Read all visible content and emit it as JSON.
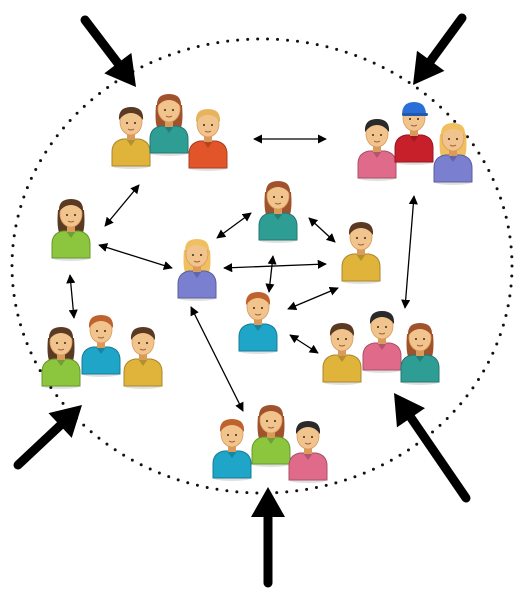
{
  "colors": {
    "background": "#ffffff",
    "boundary": "#111111",
    "arrow": "#000000",
    "connector": "#000000",
    "skin": "#f2c48d",
    "skin_shade": "#d99a5c"
  },
  "boundary": {
    "style": "dotted-circle"
  },
  "external_arrows": [
    {
      "id": "top-left",
      "direction": "inward"
    },
    {
      "id": "top-right",
      "direction": "inward"
    },
    {
      "id": "bottom-left",
      "direction": "inward"
    },
    {
      "id": "bottom-center",
      "direction": "inward"
    },
    {
      "id": "bottom-right",
      "direction": "inward"
    }
  ],
  "people": [
    {
      "group": "group-top-left",
      "shirt": "#e0b43a",
      "hair": "#5a3a22",
      "hair_style": "short"
    },
    {
      "group": "group-top-left",
      "shirt": "#2e9e94",
      "hair": "#a0522d",
      "hair_style": "long"
    },
    {
      "group": "group-top-left",
      "shirt": "#e2542a",
      "hair": "#e8b35e",
      "hair_style": "short"
    },
    {
      "group": "group-top-right",
      "shirt": "#e06a8a",
      "hair": "#2a2a2a",
      "hair_style": "short"
    },
    {
      "group": "group-top-right",
      "shirt": "#c8202a",
      "hair": "#2a6fd8",
      "hair_style": "cap"
    },
    {
      "group": "group-top-right",
      "shirt": "#7b7fd0",
      "hair": "#f0c060",
      "hair_style": "long"
    },
    {
      "group": "person-left",
      "shirt": "#8cc63f",
      "hair": "#5a3a22",
      "hair_style": "long"
    },
    {
      "group": "person-top-center",
      "shirt": "#2e9e94",
      "hair": "#a0522d",
      "hair_style": "long"
    },
    {
      "group": "person-center",
      "shirt": "#7b7fd0",
      "hair": "#f0c060",
      "hair_style": "long"
    },
    {
      "group": "person-right",
      "shirt": "#e0b43a",
      "hair": "#5a3a22",
      "hair_style": "short"
    },
    {
      "group": "person-middle",
      "shirt": "#1ea5c8",
      "hair": "#c0622d",
      "hair_style": "short"
    },
    {
      "group": "group-bottom-left",
      "shirt": "#8cc63f",
      "hair": "#5a3a22",
      "hair_style": "long"
    },
    {
      "group": "group-bottom-left",
      "shirt": "#1ea5c8",
      "hair": "#c0622d",
      "hair_style": "short"
    },
    {
      "group": "group-bottom-left",
      "shirt": "#e0b43a",
      "hair": "#5a3a22",
      "hair_style": "short"
    },
    {
      "group": "group-bottom-right",
      "shirt": "#e0b43a",
      "hair": "#5a3a22",
      "hair_style": "short"
    },
    {
      "group": "group-bottom-right",
      "shirt": "#e06a8a",
      "hair": "#2a2a2a",
      "hair_style": "short"
    },
    {
      "group": "group-bottom-right",
      "shirt": "#2e9e94",
      "hair": "#a0522d",
      "hair_style": "long"
    },
    {
      "group": "group-bottom-center",
      "shirt": "#1ea5c8",
      "hair": "#c0622d",
      "hair_style": "short"
    },
    {
      "group": "group-bottom-center",
      "shirt": "#8cc63f",
      "hair": "#a0522d",
      "hair_style": "long"
    },
    {
      "group": "group-bottom-center",
      "shirt": "#e06a8a",
      "hair": "#2a2a2a",
      "hair_style": "short"
    }
  ],
  "connections": [
    {
      "from": "group-top-left",
      "to": "group-top-right",
      "style": "double-headed"
    },
    {
      "from": "group-top-left",
      "to": "person-left",
      "style": "double-headed"
    },
    {
      "from": "person-left",
      "to": "person-center",
      "style": "double-headed"
    },
    {
      "from": "person-left",
      "to": "group-bottom-left",
      "style": "double-headed"
    },
    {
      "from": "person-center",
      "to": "person-top-center",
      "style": "double-headed"
    },
    {
      "from": "person-center",
      "to": "person-right",
      "style": "double-headed"
    },
    {
      "from": "person-center",
      "to": "group-bottom-center",
      "style": "double-headed"
    },
    {
      "from": "person-top-center",
      "to": "person-right",
      "style": "double-headed"
    },
    {
      "from": "person-right",
      "to": "person-middle",
      "style": "double-headed"
    },
    {
      "from": "person-center",
      "to": "person-middle",
      "style": "double-headed"
    },
    {
      "from": "person-middle",
      "to": "group-bottom-right",
      "style": "double-headed"
    },
    {
      "from": "group-top-right",
      "to": "group-bottom-right",
      "style": "double-headed"
    }
  ]
}
